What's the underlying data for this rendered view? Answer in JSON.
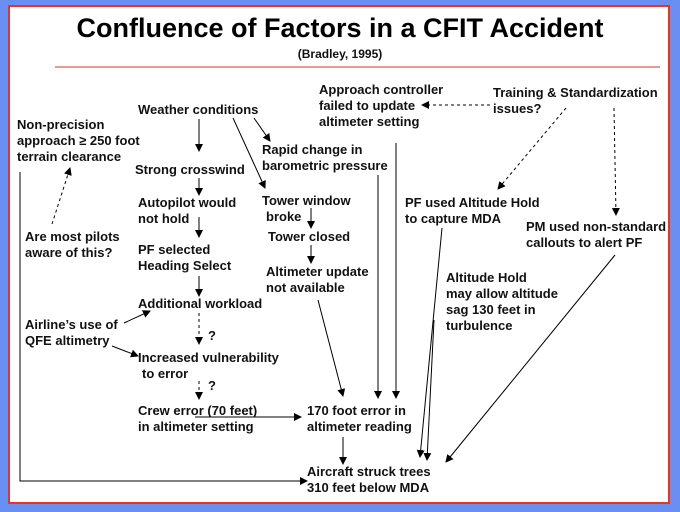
{
  "title": "Confluence of Factors in a CFIT Accident",
  "citation": "(Bradley, 1995)",
  "nodes": {
    "weather": [
      "Weather conditions"
    ],
    "nonprecision": [
      "Non-precision",
      "approach ≥ 250 foot",
      "terrain clearance"
    ],
    "crosswind": [
      "Strong crosswind"
    ],
    "autopilot": [
      "Autopilot would",
      "not hold"
    ],
    "heading": [
      "PF selected",
      "Heading Select"
    ],
    "aware": [
      "Are most pilots",
      "aware of this?"
    ],
    "workload": [
      "Additional workload"
    ],
    "qfe": [
      "Airline’s use of",
      "QFE altimetry"
    ],
    "vulnerability": [
      "Increased vulnerability",
      "to error"
    ],
    "crew_error": [
      "Crew error (70 feet)",
      "in altimeter setting"
    ],
    "error170": [
      "170 foot error in",
      "altimeter reading"
    ],
    "struck": [
      "Aircraft struck trees",
      "310 feet below MDA"
    ],
    "rapid": [
      "Rapid change in",
      "barometric pressure"
    ],
    "tower_window": [
      "Tower window",
      "broke"
    ],
    "tower_closed": [
      "Tower closed"
    ],
    "alt_update": [
      "Altimeter update",
      "not available"
    ],
    "approach": [
      "Approach controller",
      "failed to update",
      "altimeter setting"
    ],
    "training": [
      "Training & Standardization",
      "issues?"
    ],
    "pf_alt_hold": [
      "PF used Altitude Hold",
      "to capture MDA"
    ],
    "pm_callouts": [
      "PM used non-standard",
      "callouts to alert PF"
    ],
    "alt_hold_sag": [
      "Altitude Hold",
      "may allow altitude",
      "sag 130 feet in",
      "turbulence"
    ]
  },
  "question_marks": [
    "?",
    "?"
  ]
}
